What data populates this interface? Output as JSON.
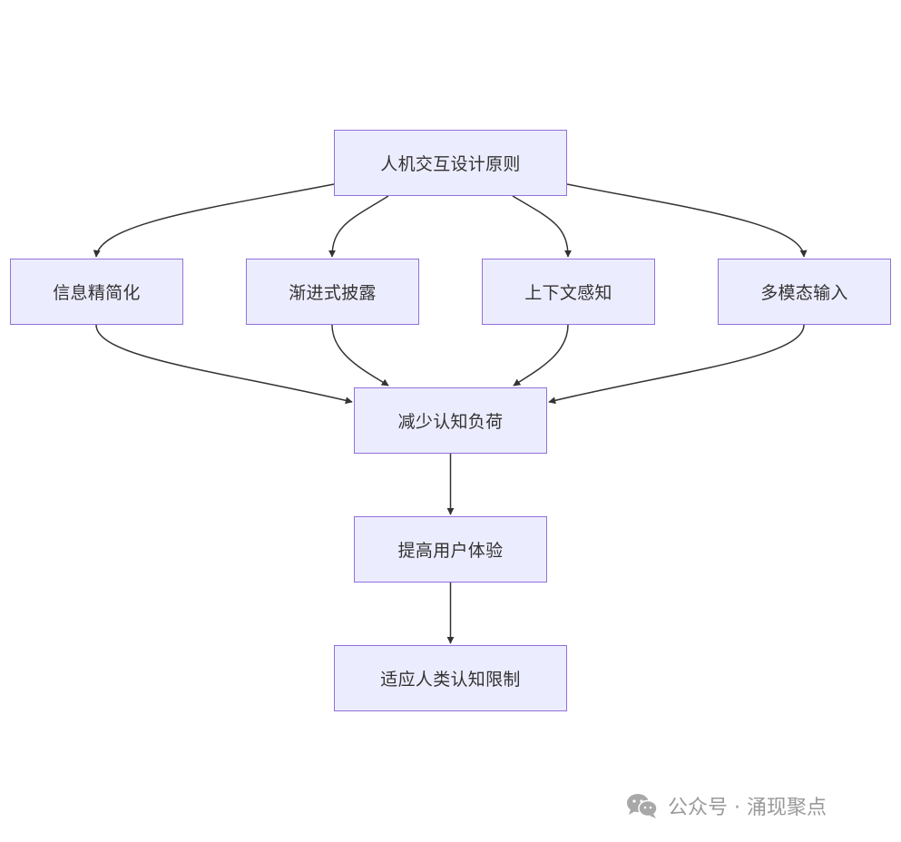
{
  "diagram": {
    "type": "flowchart",
    "colors": {
      "node_fill": "#ECECFF",
      "node_border": "#9370DB",
      "edge": "#333333",
      "text": "#333333"
    },
    "nodes": {
      "root": "人机交互设计原则",
      "info": "信息精简化",
      "progressive": "渐进式披露",
      "context": "上下文感知",
      "multimodal": "多模态输入",
      "reduce": "减少认知负荷",
      "ux": "提高用户体验",
      "adapt": "适应人类认知限制"
    },
    "edges": [
      [
        "root",
        "info"
      ],
      [
        "root",
        "progressive"
      ],
      [
        "root",
        "context"
      ],
      [
        "root",
        "multimodal"
      ],
      [
        "info",
        "reduce"
      ],
      [
        "progressive",
        "reduce"
      ],
      [
        "context",
        "reduce"
      ],
      [
        "multimodal",
        "reduce"
      ],
      [
        "reduce",
        "ux"
      ],
      [
        "ux",
        "adapt"
      ]
    ]
  },
  "watermark": {
    "icon": "wechat-icon",
    "text": "公众号 · 涌现聚点"
  }
}
